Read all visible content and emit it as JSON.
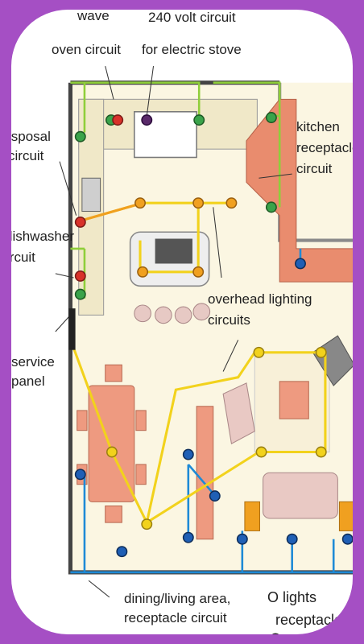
{
  "labels": {
    "microwave_line1": "wave",
    "microwave_line2": "oven circuit",
    "stove_line1": "240 volt circuit",
    "stove_line2": "for electric stove",
    "disposal_line1": "isposal",
    "disposal_line2": "circuit",
    "dishwasher_line1": "dishwasher",
    "dishwasher_line2": "ircuit",
    "service_line1": "service",
    "service_line2": "panel",
    "kitchen_line1": "kitchen",
    "kitchen_line2": "receptacle",
    "kitchen_line3": "circuit",
    "overhead_line1": "overhead lighting",
    "overhead_line2": "circuits",
    "dining_line1": "dining/living area,",
    "dining_line2": "receptacle circuit",
    "legend_lights": "O lights",
    "legend_receptacle": "receptacle"
  },
  "colors": {
    "frame": "#a54fc4",
    "lighting_circuit": "#f2d21c",
    "kitchen_circuit": "#8fce3a",
    "dining_circuit": "#1e8ad6",
    "light_fixture": "#f0a020",
    "receptacle_green": "#3aa34a",
    "receptacle_red": "#d8322a",
    "receptacle_blue": "#1f5fb5"
  }
}
